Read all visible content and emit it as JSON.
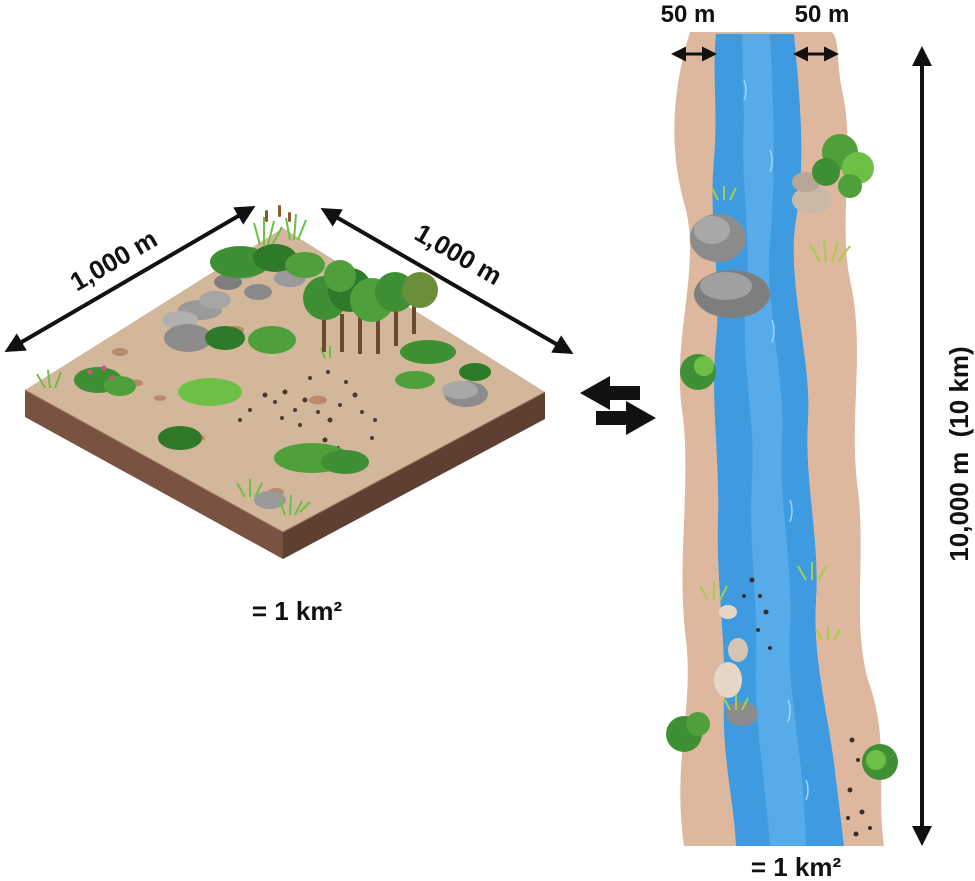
{
  "left_block": {
    "edge_label_left": "1,000 m",
    "edge_label_right": "1,000 m",
    "area_label": "= 1 km²"
  },
  "river": {
    "left_bank_width": "50 m",
    "right_bank_width": "50 m",
    "length_label": "10,000 m  (10 km)",
    "area_label": "= 1 km²"
  },
  "exchange_icon": "two-way-arrows-icon",
  "colors": {
    "soil_top": "#D2B79B",
    "soil_side_front": "#7A5241",
    "soil_side_right": "#5E3F32",
    "water": "#3E9BE0",
    "water_light": "#6CB8EE",
    "bank": "#DDB89E",
    "foliage": "#3F8F34",
    "foliage_light": "#6DBF45",
    "rock": "#8C8C8C"
  }
}
